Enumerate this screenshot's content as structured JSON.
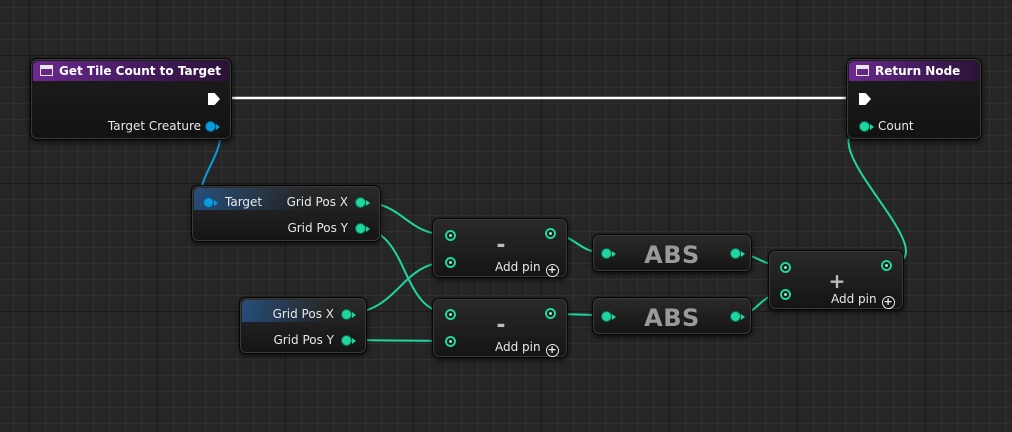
{
  "nodes": {
    "entry": {
      "title": "Get Tile Count to Target",
      "icon": "function-icon",
      "output_pin": "Target Creature"
    },
    "return": {
      "title": "Return Node",
      "icon": "function-icon",
      "input_pin": "Count"
    },
    "target_grid": {
      "input_pin": "Target",
      "outputs": [
        "Grid Pos X",
        "Grid Pos Y"
      ]
    },
    "self_grid": {
      "outputs": [
        "Grid Pos X",
        "Grid Pos Y"
      ]
    },
    "subtract_1": {
      "operator": "-",
      "add_pin": "Add pin"
    },
    "subtract_2": {
      "operator": "-",
      "add_pin": "Add pin"
    },
    "abs_1": {
      "label": "ABS"
    },
    "abs_2": {
      "label": "ABS"
    },
    "add": {
      "operator": "+",
      "add_pin": "Add pin"
    }
  },
  "colors": {
    "background": "#262626",
    "function_header": "#6b2a8f",
    "int_pin": "#1ed6a0",
    "object_pin": "#0a9bdc",
    "exec_wire": "#ffffff"
  }
}
